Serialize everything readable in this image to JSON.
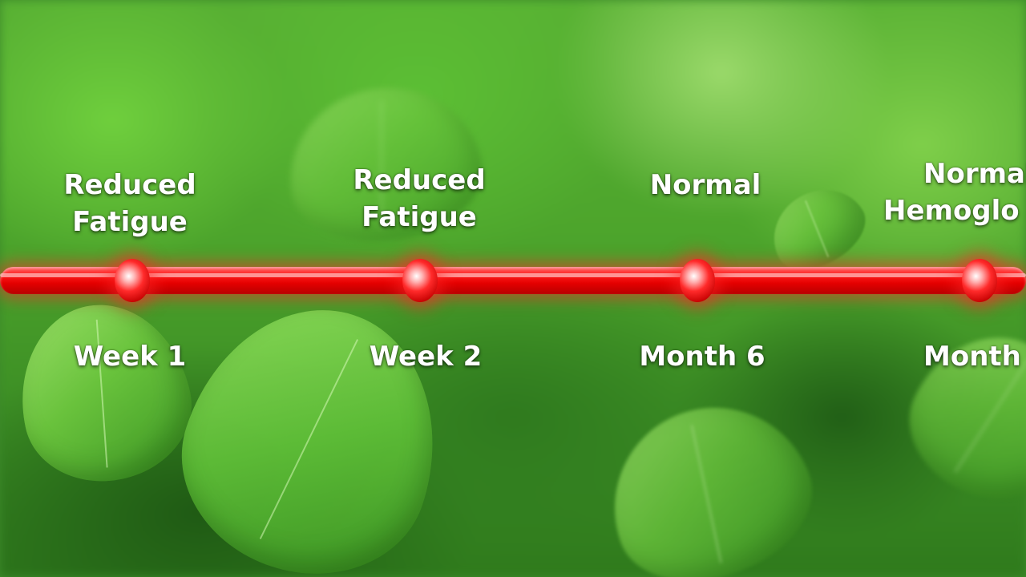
{
  "timeline": {
    "milestones": [
      {
        "outcome": [
          "Reduced",
          "Fatigue"
        ],
        "time": "Week 1"
      },
      {
        "outcome": [
          "Reduced",
          "Fatigue"
        ],
        "time": "Week 2"
      },
      {
        "outcome": [
          "Normal"
        ],
        "time": "Month 6"
      },
      {
        "outcome": [
          "Normal",
          "Hemoglo"
        ],
        "time": "Month"
      }
    ],
    "colors": {
      "line": "#e40000",
      "text": "#ffffff",
      "background": "#4da52c"
    }
  }
}
